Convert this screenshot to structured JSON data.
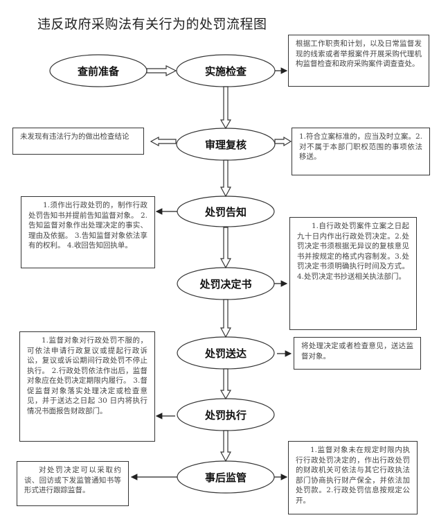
{
  "title": "违反政府采购法有关行为的处罚流程图",
  "nodes": {
    "prep": "查前准备",
    "inspect": "实施检查",
    "review": "审理复核",
    "notice": "处罚告知",
    "decision": "处罚决定书",
    "delivery": "处罚送达",
    "execution": "处罚执行",
    "post": "事后监管"
  },
  "notes": {
    "inspect_right": "根据工作职责和计划，以及日常监督发现的线索或者举报案件开展采购代理机构监督检查和政府采购案件调查查处。",
    "review_left": "未发现有违法行为的做出检查结论",
    "review_right": "1.符合立案标准的，应当及时立案。2.对不属于本部门职权范围的事项依法移送。",
    "notice_left": "1.须作出行政处罚的，制作行政处罚告知书并提前告知监督对象。 2.告知监督对象作出处理决定的事实、理由及依据。 3.告知监督对象依法享有的权利。 4.收回告知回执单。",
    "decision_right": "1.自行政处罚案件立案之日起九十日内作出行政处罚决定。2.处罚决定书须根据无异议的复核意见书并按规定的格式内容制发。3.处罚决定书须明确执行时间及方式。4.处罚决定书抄送相关执法部门。",
    "delivery_right": "将处理决定或者检查意见，送达监督对象。",
    "execution_left": "1.监督对象对行政处罚不服的，可依法申请行政复议或提起行政诉讼，复议或诉讼期间行政处罚不停止执行。 2.行政处罚依法作出后，监督对象应在处罚决定期限内履行。 3.督促监督对象落实处理决定或检查意见，并于送达之日起 30 日内将执行情况书面报告财政部门。",
    "post_left": "对处罚决定可以采取约谈、回访或下发监管通知书等形式进行跟踪监督。",
    "post_right": "1.监督对象未在规定时限内执行行政处罚决定的，作出行政处罚的财政机关可依法与其它行政执法部门协商执行财产保全，并依法加处罚款。2.行政处罚信息按规定公开。"
  },
  "colors": {
    "stroke": "#333333",
    "text": "#222222",
    "note_text": "#444444"
  }
}
